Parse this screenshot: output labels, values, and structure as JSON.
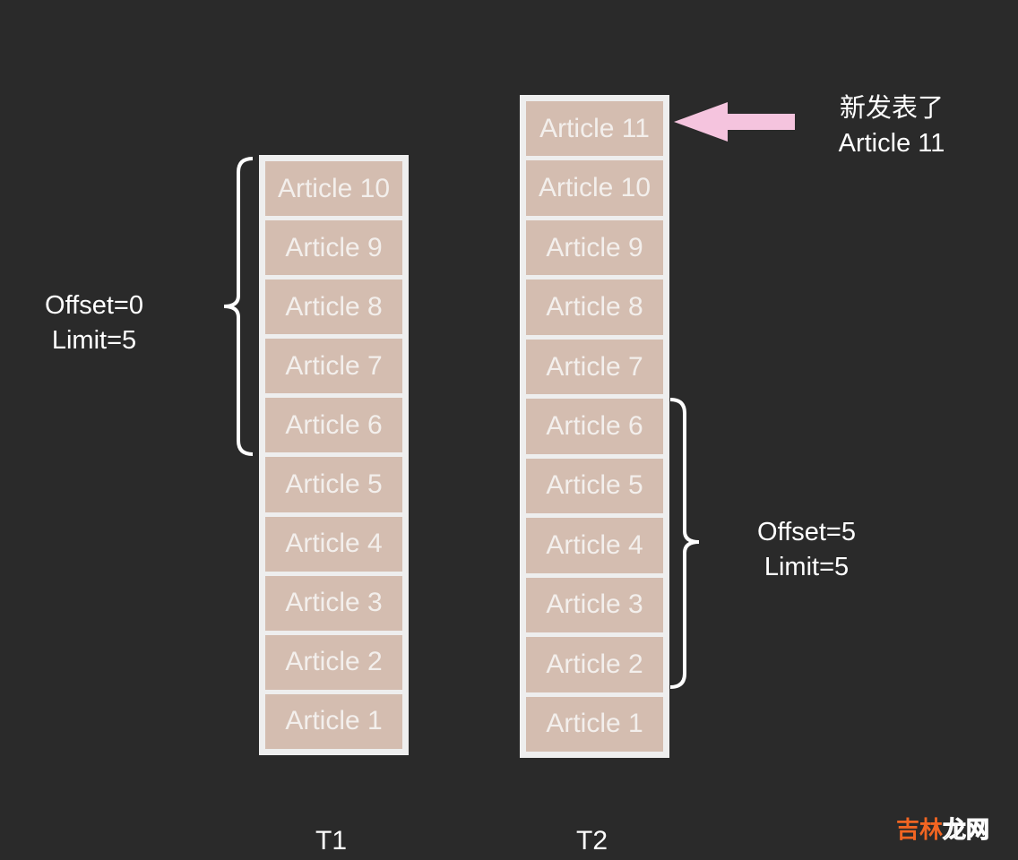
{
  "columns": [
    {
      "title": "T1",
      "articles": [
        "Article 10",
        "Article 9",
        "Article 8",
        "Article 7",
        "Article 6",
        "Article 5",
        "Article 4",
        "Article 3",
        "Article 2",
        "Article 1"
      ]
    },
    {
      "title": "T2",
      "articles": [
        "Article 11",
        "Article 10",
        "Article 9",
        "Article 8",
        "Article 7",
        "Article 6",
        "Article 5",
        "Article 4",
        "Article 3",
        "Article 2",
        "Article 1"
      ]
    }
  ],
  "annotations": {
    "t1_page": {
      "offset": "Offset=0",
      "limit": "Limit=5"
    },
    "t2_page": {
      "offset": "Offset=5",
      "limit": "Limit=5"
    },
    "new_article": {
      "line1": "新发表了",
      "line2": "Article 11"
    }
  },
  "watermark": "吉林龙网",
  "colors": {
    "background": "#2a2a2a",
    "cell": "#d4bdb0",
    "border": "#eeeeee",
    "arrow": "#f5c4de"
  }
}
